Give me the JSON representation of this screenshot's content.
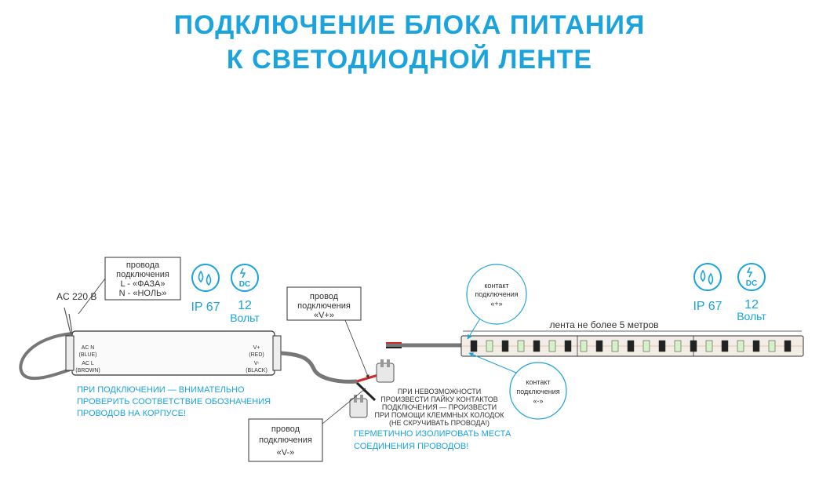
{
  "title": {
    "line1": "ПОДКЛЮЧЕНИЕ БЛОКА ПИТАНИЯ",
    "line2": "К СВЕТОДИОДНОЙ ЛЕНТЕ"
  },
  "psu": {
    "ac_input": "AC 220 В",
    "terminals_left": [
      {
        "code": "AC N",
        "color": "(BLUE)"
      },
      {
        "code": "AC L",
        "color": "(BROWN)"
      }
    ],
    "terminals_right": [
      {
        "code": "V+",
        "color": "(RED)"
      },
      {
        "code": "V-",
        "color": "(BLACK)"
      }
    ],
    "ip_rating": "IP 67",
    "voltage_value": "12",
    "voltage_unit": "Вольт",
    "dc_badge": "DC"
  },
  "wire_note": [
    "провода",
    "подключения",
    "L - «ФАЗА»",
    "N - «НОЛЬ»"
  ],
  "wire_plus": [
    "провод",
    "подключения",
    "«V+»"
  ],
  "wire_minus": [
    "провод",
    "подключения",
    "«V-»"
  ],
  "warning_psu": [
    "ПРИ ПОДКЛЮЧЕНИИ — ВНИМАТЕЛЬНО",
    "ПРОВЕРИТЬ СООТВЕТСТВИЕ ОБОЗНАЧЕНИЯ",
    "ПРОВОДОВ НА КОРПУСЕ!"
  ],
  "solder_note": [
    "ПРИ НЕВОЗМОЖНОСТИ",
    "ПРОИЗВЕСТИ ПАЙКУ КОНТАКТОВ",
    "ПОДКЛЮЧЕНИЯ — ПРОИЗВЕСТИ",
    "ПРИ ПОМОЩИ КЛЕММНЫХ КОЛОДОК",
    "(НЕ СКРУЧИВАТЬ ПРОВОДА!)"
  ],
  "seal_note": [
    "ГЕРМЕТИЧНО ИЗОЛИРОВАТЬ МЕСТА",
    "СОЕДИНЕНИЯ ПРОВОДОВ!"
  ],
  "contact_plus": [
    "контакт",
    "подключения",
    "«+»"
  ],
  "contact_minus": [
    "контакт",
    "подключения",
    "«-»"
  ],
  "strip": {
    "length_note": "лента не более 5 метров",
    "ip_rating": "IP 67",
    "voltage_value": "12",
    "voltage_unit": "Вольт",
    "dc_badge": "DC"
  },
  "icons": [
    "water-drops-icon",
    "dc-voltage-icon",
    "terminal-block-icon"
  ],
  "colors": {
    "accent": "#1aa3dc",
    "wire_red": "#d22b2b",
    "wire_black": "#222222",
    "wire_blue": "#2d6fb8",
    "wire_brown": "#7a4a2a",
    "strip_pcb": "#f2ede6"
  }
}
